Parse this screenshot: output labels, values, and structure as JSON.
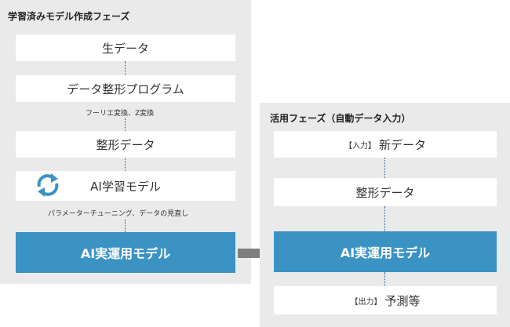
{
  "training_phase": {
    "title": "学習済みモデル作成フェーズ",
    "steps": [
      {
        "label": "生データ"
      },
      {
        "label": "データ整形プログラム",
        "note": "フーリエ変換、Z変換"
      },
      {
        "label": "整形データ"
      },
      {
        "label": "AI学習モデル",
        "note": "パラメーターチューニング、データの見直し"
      },
      {
        "label": "AI実運用モデル"
      }
    ]
  },
  "usage_phase": {
    "title": "活用フェーズ（自動データ入力）",
    "steps": [
      {
        "tag": "【入力】",
        "label": "新データ"
      },
      {
        "label": "整形データ"
      },
      {
        "label": "AI実運用モデル"
      },
      {
        "tag": "【出力】",
        "label": "予測等"
      }
    ]
  },
  "colors": {
    "panel": "#eaeaea",
    "primary": "#3b93c4",
    "connector": "#1f5f9c",
    "arrow": "#7f7f7f",
    "cycle_icon": "#3b93c4"
  },
  "icons": {
    "cycle": "refresh-cycle-icon",
    "arrow": "right-arrow-icon"
  }
}
